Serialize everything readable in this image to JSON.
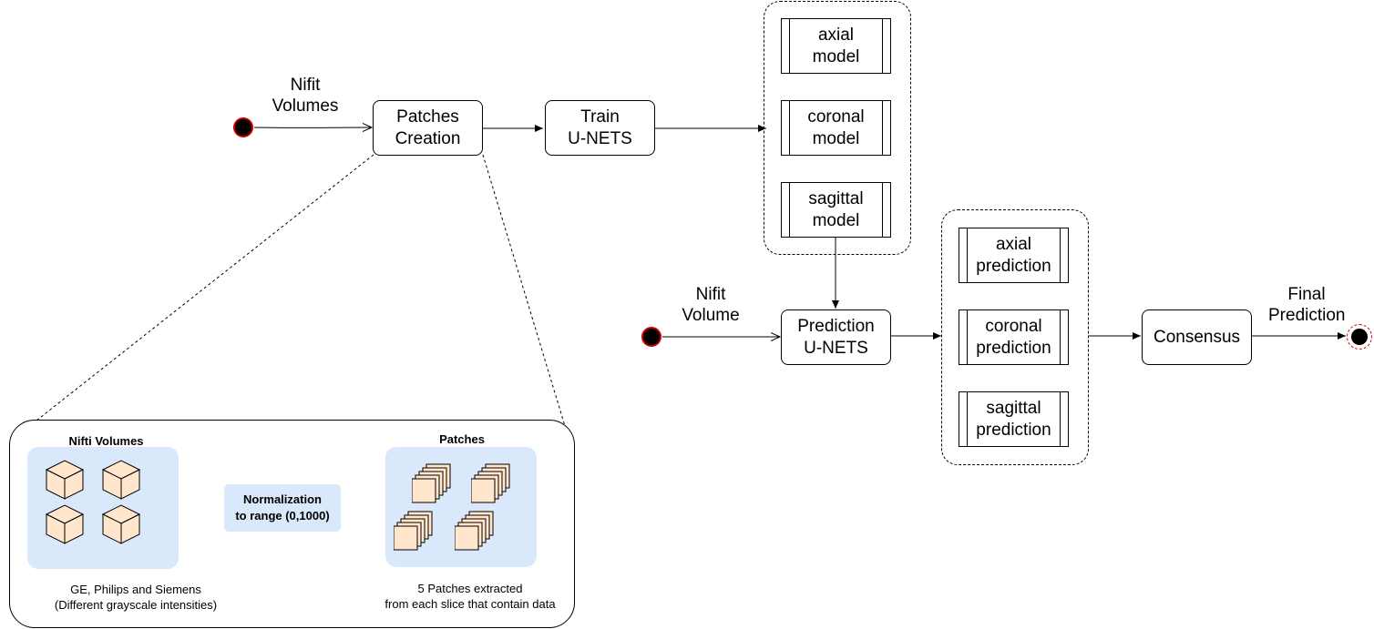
{
  "pipeline": {
    "input_label_train": "Nifit\nVolumes",
    "patches_creation": "Patches\nCreation",
    "train_unets": "Train\nU-NETS",
    "models": [
      "axial\nmodel",
      "coronal\nmodel",
      "sagittal\nmodel"
    ],
    "input_label_predict": "Nifit\nVolume",
    "prediction_unets": "Prediction\nU-NETS",
    "predictions": [
      "axial\nprediction",
      "coronal\nprediction",
      "sagittal\nprediction"
    ],
    "consensus": "Consensus",
    "output_label": "Final\nPrediction"
  },
  "detail": {
    "nifti_title": "Nifti Volumes",
    "normalization": "Normalization\nto range (0,1000)",
    "patches_title": "Patches",
    "nifti_caption": "GE, Philips and Siemens\n(Different grayscale intensities)",
    "patches_caption": "5 Patches extracted\nfrom each slice that contain data"
  },
  "icons": {
    "volume": "cube-icon",
    "patch": "patch-stack-icon"
  },
  "colors": {
    "panel": "#dae8fc",
    "patch": "#ffe6cc",
    "start_border": "#cc0000"
  }
}
